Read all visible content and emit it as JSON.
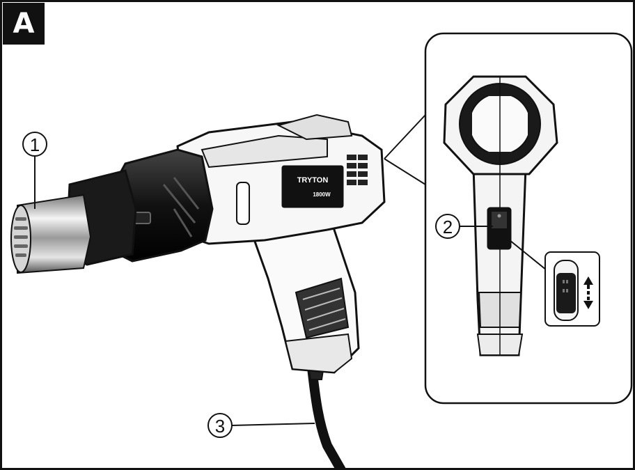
{
  "figure": {
    "panel_label": "A",
    "brand_text": "TRYTON",
    "power_text": "1800W",
    "callouts": [
      {
        "number": "1",
        "part": "nozzle"
      },
      {
        "number": "2",
        "part": "switch"
      },
      {
        "number": "3",
        "part": "power-cord"
      }
    ],
    "switch_indicator": "up-down-arrow-icon"
  }
}
